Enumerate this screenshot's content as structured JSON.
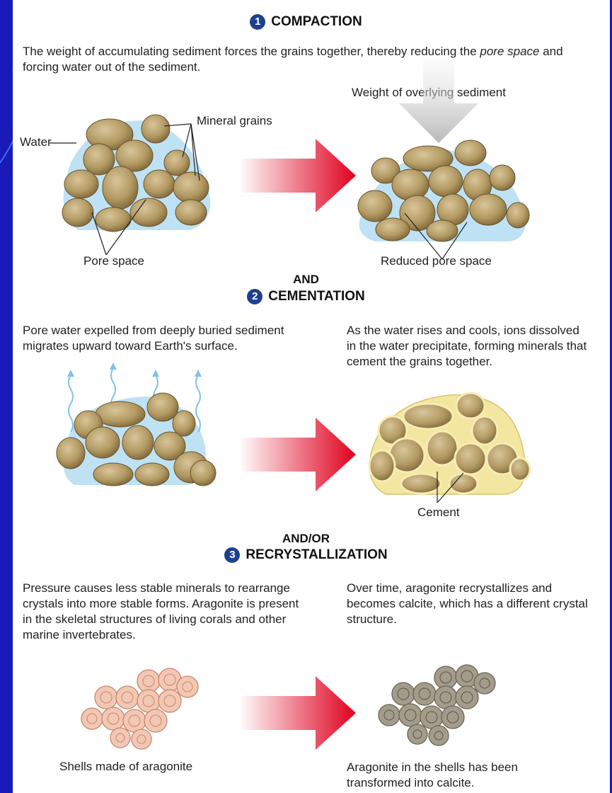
{
  "section1": {
    "number": "1",
    "title": "COMPACTION",
    "desc_1": "The weight of accumulating sediment forces the grains together, thereby reducing the ",
    "desc_em": "pore space",
    "desc_2": " and forcing water out of the sediment.",
    "label_weight": "Weight of overlying sediment",
    "label_mineral": "Mineral grains",
    "label_water": "Water",
    "label_pore": "Pore space",
    "label_reduced": "Reduced pore space"
  },
  "and_1": "AND",
  "section2": {
    "number": "2",
    "title": "CEMENTATION",
    "desc_left": "Pore water expelled from deeply buried sediment migrates upward toward Earth's surface.",
    "desc_right": "As the water rises and cools, ions dissolved in the water precipitate, forming minerals that cement the grains together.",
    "label_cement": "Cement"
  },
  "and_2": "AND/OR",
  "section3": {
    "number": "3",
    "title": "RECRYSTALLIZATION",
    "desc_left": "Pressure causes less stable minerals to rearrange crystals into more stable forms. Aragonite is present in the skeletal structures of living corals and other marine invertebrates.",
    "desc_right": "Over time, aragonite recrystallizes and becomes calcite, which has a different crystal structure.",
    "label_left": "Shells made of aragonite",
    "label_right": "Aragonite in the shells has been transformed into calcite."
  },
  "colors": {
    "slide_bg": "#1a1ab8",
    "number_badge": "#1f3f8f",
    "arrow_red": "#e0001e",
    "water_blue": "#a8d8f0",
    "grain_tan": "#b9a06a",
    "cement_yellow": "#f3e6a0",
    "aragonite_pink": "#f2c7b3",
    "calcite_gray": "#a49c8a"
  }
}
